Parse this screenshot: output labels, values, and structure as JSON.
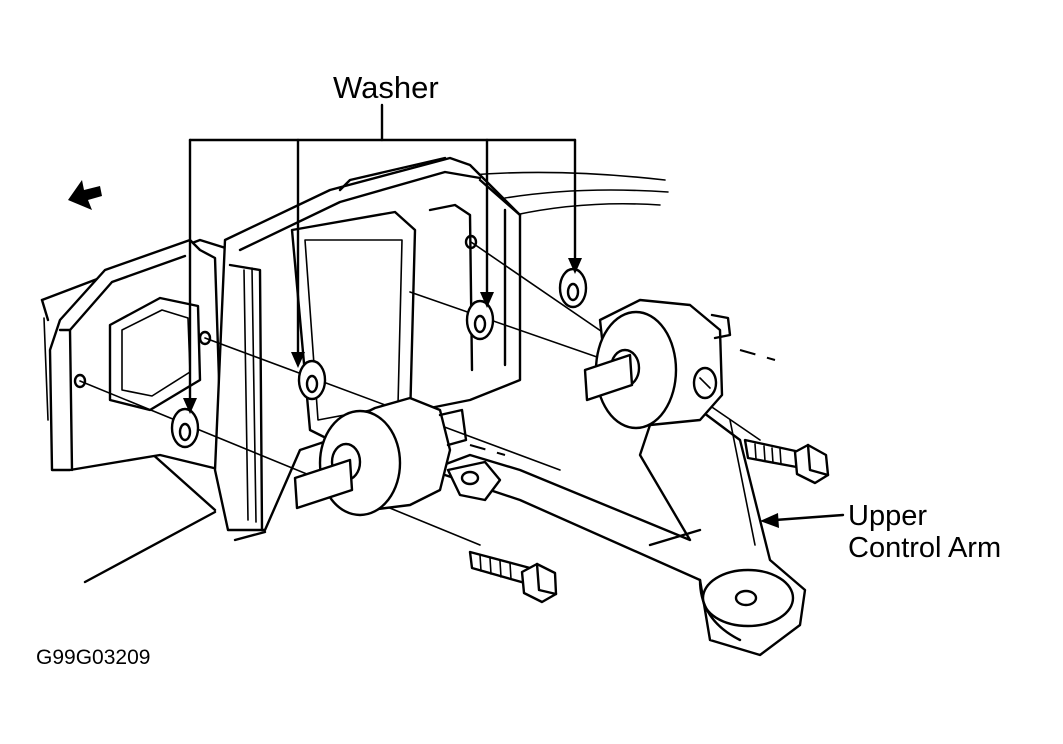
{
  "labels": {
    "washer": "Washer",
    "upper_control_arm_line1": "Upper",
    "upper_control_arm_line2": "Control Arm",
    "figure_code": "G99G03209"
  },
  "icons": {
    "direction_arrow": "front-direction-arrow-icon"
  },
  "colors": {
    "ink": "#000000",
    "paper": "#ffffff"
  }
}
